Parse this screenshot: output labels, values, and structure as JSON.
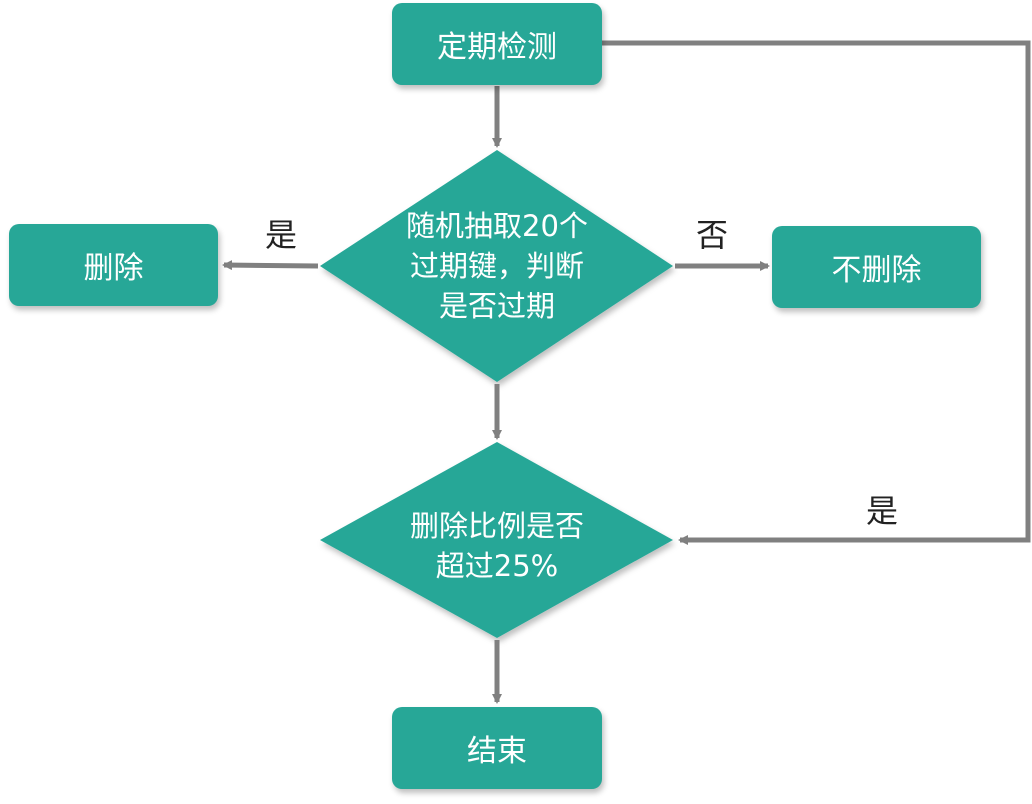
{
  "colors": {
    "node": "#27a797",
    "line": "#808080",
    "text_on_node": "#ffffff"
  },
  "nodes": {
    "start": "定期检测",
    "delete": "删除",
    "no_delete": "不删除",
    "end": "结束",
    "decision_expire": [
      "随机抽取20个",
      "过期键，判断",
      "是否过期"
    ],
    "decision_ratio": [
      "删除比例是否",
      "超过25%"
    ]
  },
  "edge_labels": {
    "yes_left": "是",
    "no_right": "否",
    "yes_loop": "是"
  }
}
